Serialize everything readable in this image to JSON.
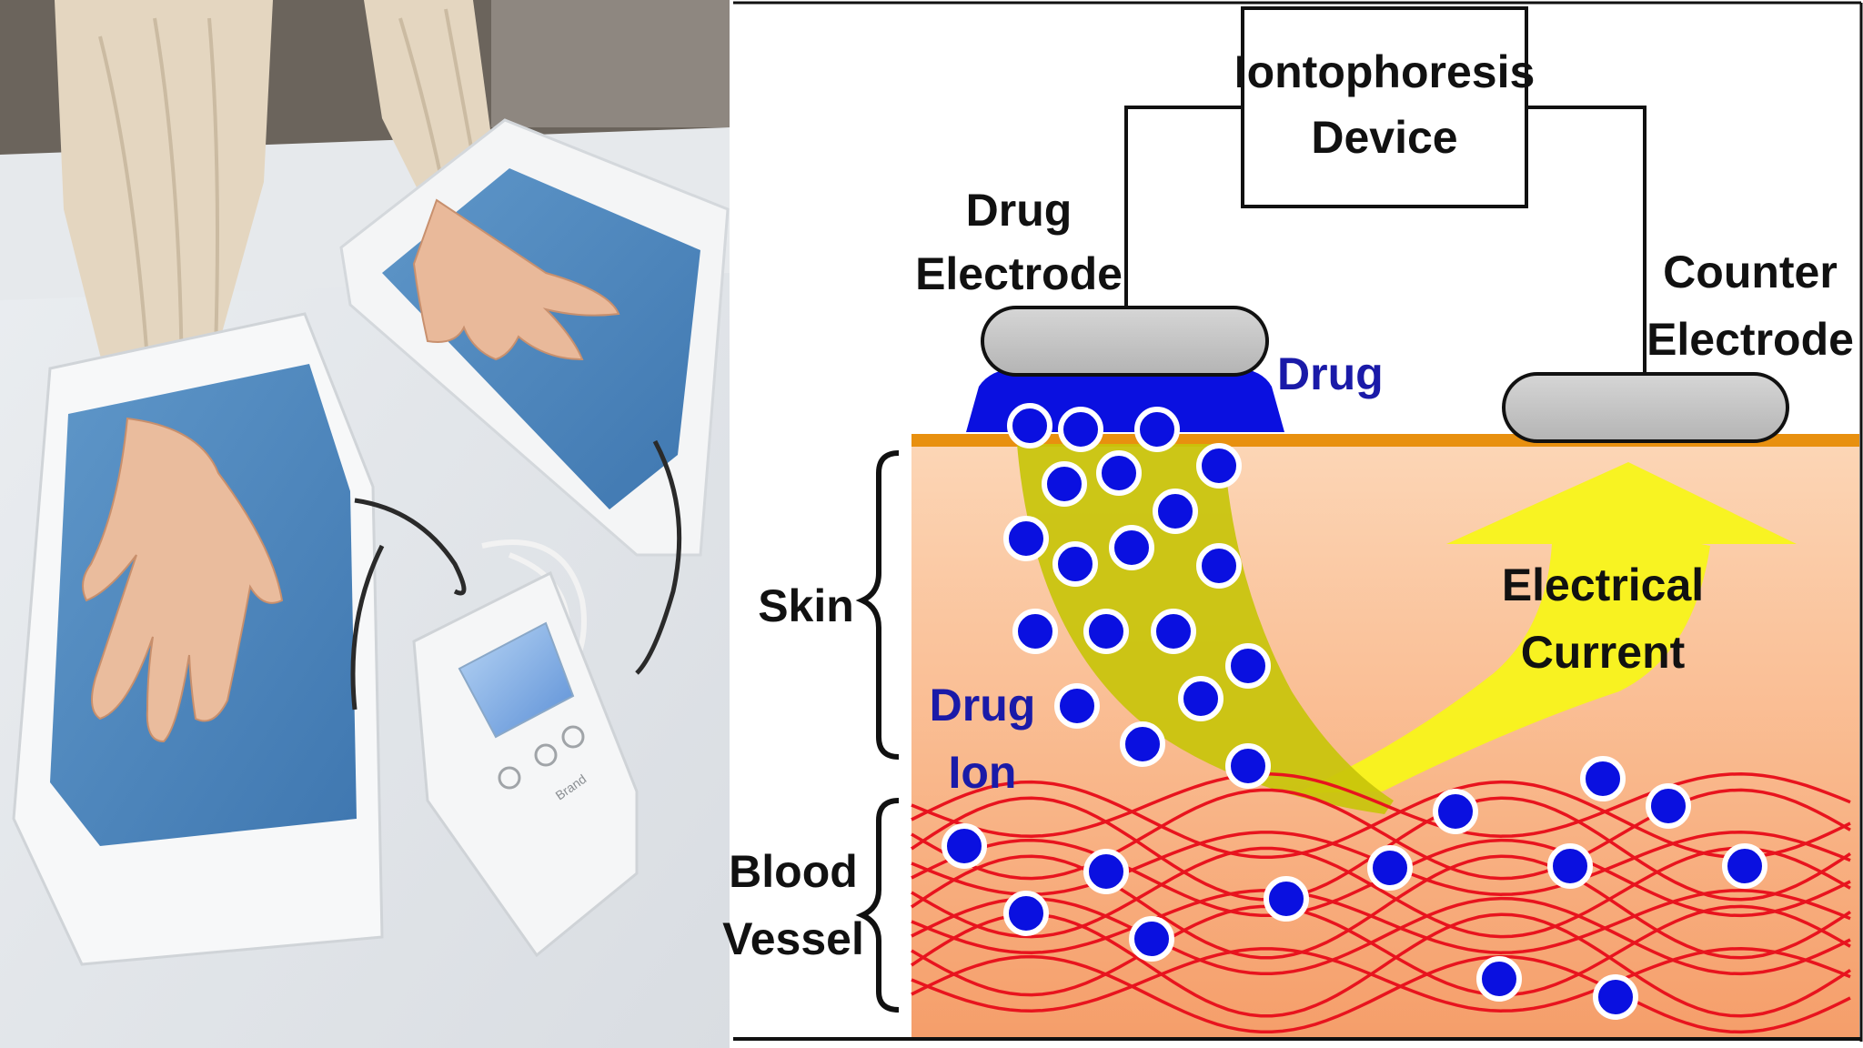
{
  "photo": {
    "description_icon": "hands-in-water-trays-photo",
    "device_brand_text": "Brand"
  },
  "diagram": {
    "device_label": [
      "Iontophoresis",
      "Device"
    ],
    "drug_electrode_label": [
      "Drug",
      "Electrode"
    ],
    "counter_electrode_label": [
      "Counter",
      "Electrode"
    ],
    "drug_label": "Drug",
    "skin_label": "Skin",
    "drug_ion_label": [
      "Drug",
      "Ion"
    ],
    "blood_vessel_label": [
      "Blood",
      "Vessel"
    ],
    "current_label": [
      "Electrical",
      "Current"
    ],
    "colors": {
      "ion": "#0a10e0",
      "drug_pad": "#0a10e0",
      "electrode": "#c8c8c8",
      "skin_surface": "#e8900f",
      "skin_top": "#fbd2b0",
      "skin_bottom": "#f7a070",
      "vessel": "#e8141e",
      "ion_arrow": "#c8c40a",
      "current_arrow": "#f8f41a",
      "label_blue": "#1a1aa8"
    }
  }
}
